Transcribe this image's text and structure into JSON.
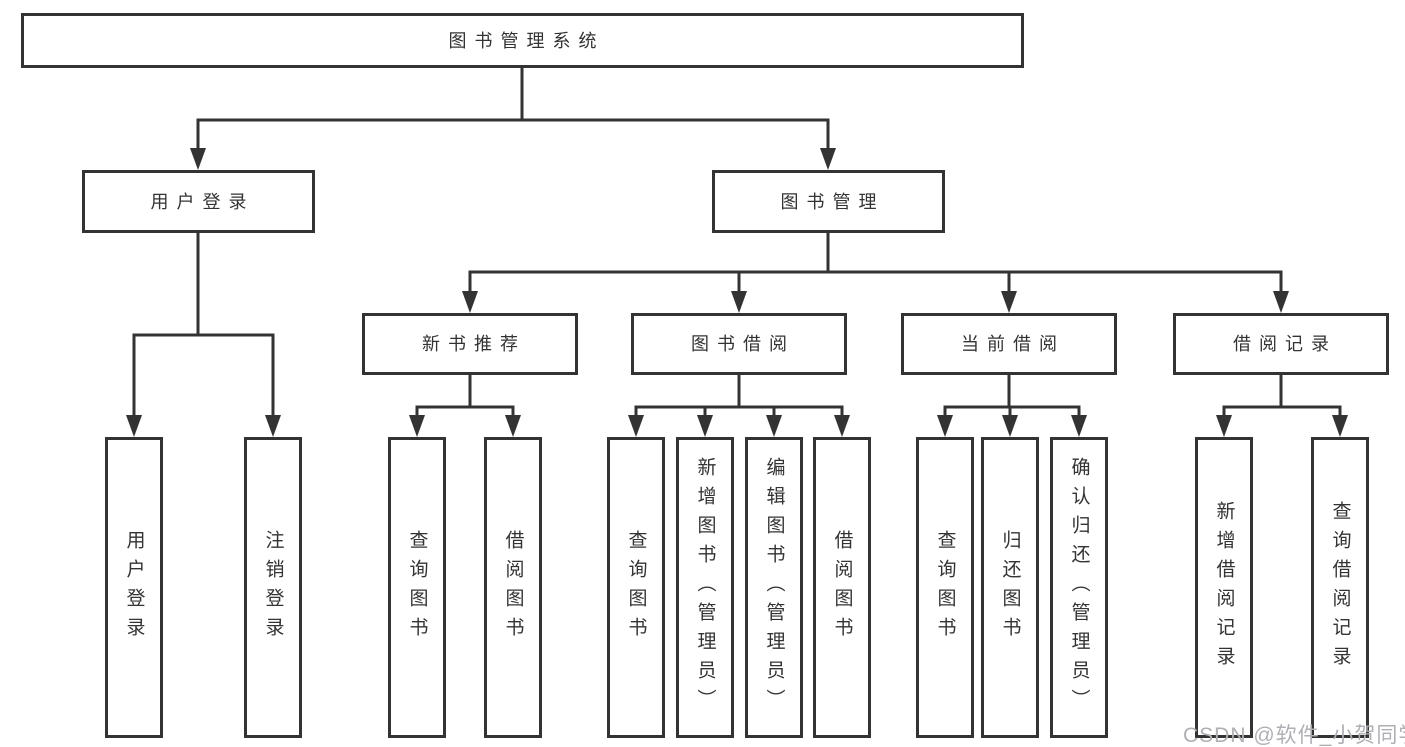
{
  "root": {
    "label": "图书管理系统"
  },
  "level1": {
    "user_login": {
      "label": "用户登录"
    },
    "book_mgmt": {
      "label": "图书管理"
    }
  },
  "level2": {
    "new_book": {
      "label": "新书推荐"
    },
    "borrow": {
      "label": "图书借阅"
    },
    "current": {
      "label": "当前借阅"
    },
    "record": {
      "label": "借阅记录"
    }
  },
  "leaves": {
    "user_login": [
      "用户登录",
      "注销登录"
    ],
    "new_book": [
      "查询图书",
      "借阅图书"
    ],
    "borrow": [
      "查询图书",
      "新增图书（管理员）",
      "编辑图书（管理员）",
      "借阅图书"
    ],
    "current": [
      "查询图书",
      "归还图书",
      "确认归还（管理员）"
    ],
    "record": [
      "新增借阅记录",
      "查询借阅记录"
    ]
  },
  "watermark": {
    "text": "CSDN @软件_小贺同学"
  },
  "colors": {
    "line": "#333333",
    "text": "#333333",
    "background": "#ffffff",
    "watermark": "#b1aeb4"
  }
}
